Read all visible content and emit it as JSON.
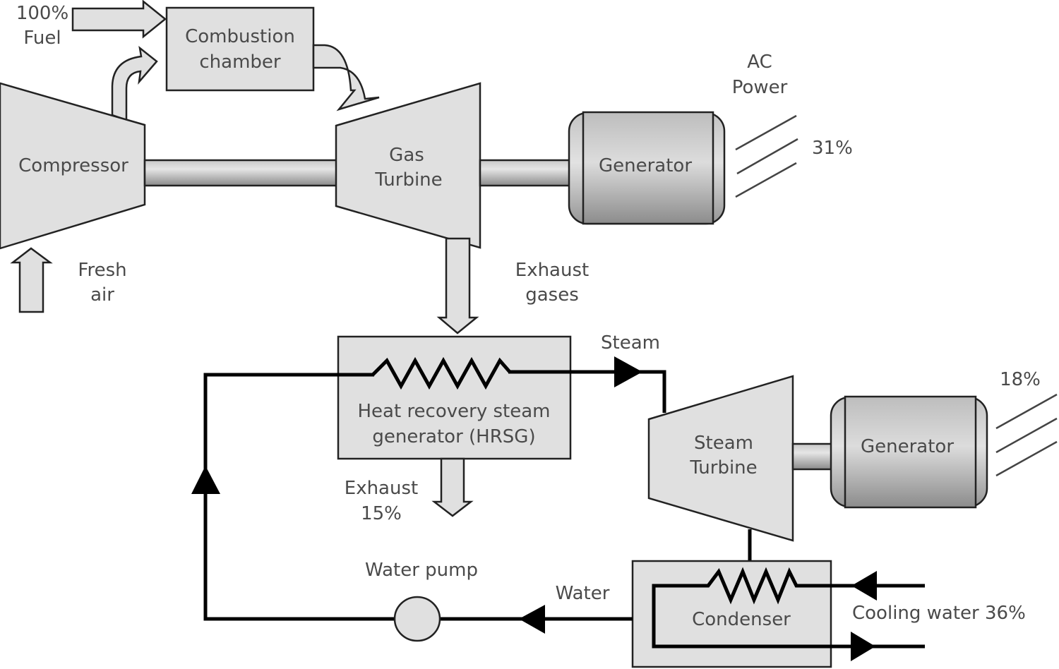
{
  "title": "Combined cycle power plant energy flow",
  "colors": {
    "component_fill": "#e0e0e0",
    "outline": "#222222",
    "pipe": "#000000",
    "label_text": "#4a4a4a"
  },
  "inputs": {
    "fuel": {
      "percent": "100%",
      "label": "Fuel"
    },
    "fresh_air": {
      "line1": "Fresh",
      "line2": "air"
    }
  },
  "components": {
    "combustion_chamber": {
      "line1": "Combustion",
      "line2": "chamber"
    },
    "compressor": {
      "label": "Compressor"
    },
    "gas_turbine": {
      "line1": "Gas",
      "line2": "Turbine"
    },
    "generator_1": {
      "label": "Generator"
    },
    "hrsg": {
      "line1": "Heat recovery steam",
      "line2": "generator (HRSG)"
    },
    "steam_turbine": {
      "line1": "Steam",
      "line2": "Turbine"
    },
    "generator_2": {
      "label": "Generator"
    },
    "condenser": {
      "label": "Condenser"
    },
    "water_pump": {
      "label": "Water pump"
    }
  },
  "outputs": {
    "ac_power": {
      "line1": "AC",
      "line2": "Power",
      "percent": "31%"
    },
    "steam_power": {
      "percent": "18%"
    },
    "exhaust": {
      "label": "Exhaust",
      "percent": "15%"
    },
    "cooling_water": {
      "label": "Cooling water 36%"
    }
  },
  "flows": {
    "exhaust_gases": {
      "line1": "Exhaust",
      "line2": "gases"
    },
    "steam": {
      "label": "Steam"
    },
    "water": {
      "label": "Water"
    }
  }
}
